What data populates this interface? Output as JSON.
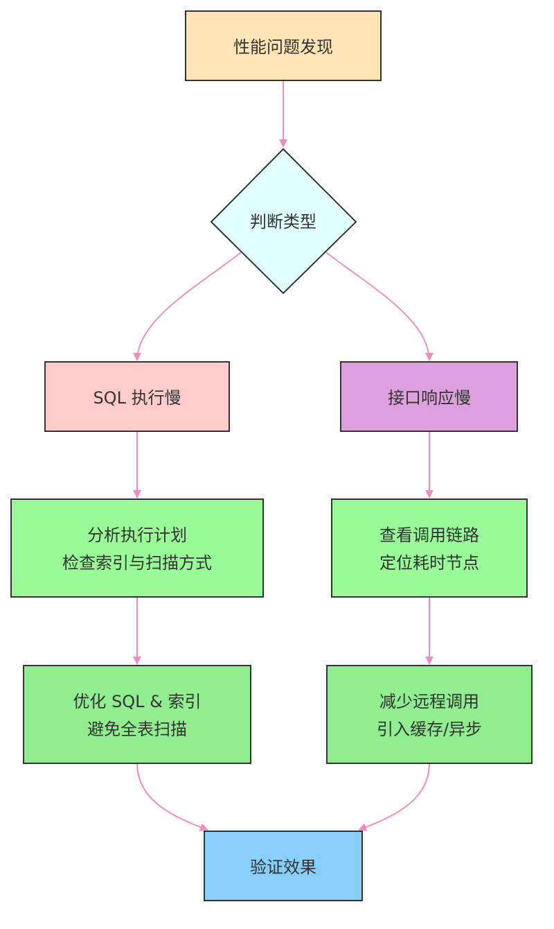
{
  "nodes": {
    "start": {
      "lines": [
        "性能问题发现"
      ],
      "color": "#ffe4b5"
    },
    "decision": {
      "lines": [
        "判断类型"
      ],
      "color": "#e0ffff"
    },
    "sql_slow": {
      "lines": [
        "SQL 执行慢"
      ],
      "color": "#ffcccc"
    },
    "api_slow": {
      "lines": [
        "接口响应慢"
      ],
      "color": "#dda0dd"
    },
    "analyze_plan": {
      "lines": [
        "分析执行计划",
        "检查索引与扫描方式"
      ],
      "color": "#98fb98"
    },
    "check_trace": {
      "lines": [
        "查看调用链路",
        "定位耗时节点"
      ],
      "color": "#98fb98"
    },
    "optimize_sql": {
      "lines": [
        "优化 SQL & 索引",
        "避免全表扫描"
      ],
      "color": "#90ee90"
    },
    "reduce_calls": {
      "lines": [
        "减少远程调用",
        "引入缓存/异步"
      ],
      "color": "#90ee90"
    },
    "verify": {
      "lines": [
        "验证效果"
      ],
      "color": "#87cefa"
    }
  },
  "colors": {
    "edge": "#f08cc0",
    "stroke": "#333333",
    "text": "#333333"
  }
}
